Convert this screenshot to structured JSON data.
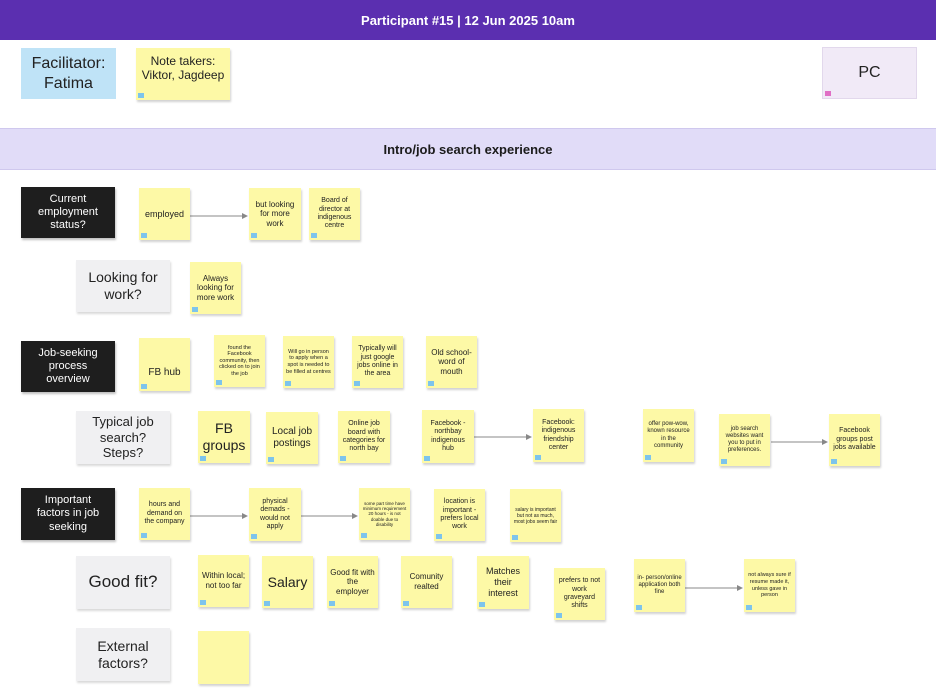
{
  "header": {
    "title": "Participant #15 | 12 Jun 2025 10am"
  },
  "facilitator": "Facilitator:\nFatima",
  "notetakers": "Note takers:\nViktor, Jagdeep",
  "pc": "PC",
  "section": {
    "title": "Intro/job search experience"
  },
  "rows": {
    "employment": {
      "label": "Current employment status?",
      "notes": [
        "employed",
        "but looking for more work",
        "Board of director at indigenous centre"
      ]
    },
    "looking": {
      "label": "Looking for work?",
      "notes": [
        "Always looking for more work"
      ]
    },
    "process": {
      "label": "Job-seeking process overview",
      "notes": [
        "FB hub",
        "found the Facebook community, then clicked on to join the job",
        "Will go in person to apply when a spot is needed to be filled at centres",
        "Typically will just google jobs online in the area",
        "Old school- word of mouth"
      ]
    },
    "typical": {
      "label": "Typical job search? Steps?",
      "notes": [
        "FB groups",
        "Local job postings",
        "Online job board with categories for north bay",
        "Facebook - northbay indigenous hub",
        "Facebook: indigenous friendship center",
        "offer pow-wow, known resource in the community",
        "job search websites want you to put in preferences.",
        "Facebook groups post jobs available"
      ]
    },
    "factors": {
      "label": "Important factors in job seeking",
      "notes": [
        "hours and demand on the company",
        "physical demads - would not apply",
        "some part time have minimum requirement 20 hours - is not doable due to disability",
        "location is important - prefers local work",
        "salary is important but not as much, most jobs seem fair"
      ]
    },
    "goodfit": {
      "label": "Good fit?",
      "notes": [
        "Within local; not too far",
        "Salary",
        "Good fit with the employer",
        "Comunity realted",
        "Matches their interest",
        "prefers to not work graveyard shifts",
        "in- person/online application both fine",
        "not always sure if resume made it, unless gave in person"
      ]
    },
    "external": {
      "label": "External factors?",
      "notes": [
        ""
      ]
    }
  },
  "colors": {
    "header": "#5b2fb0",
    "section": "#e1dcf8",
    "sticky": "#fdf9a6",
    "blue": "#bfe3f7",
    "dark": "#1e1e1e"
  }
}
